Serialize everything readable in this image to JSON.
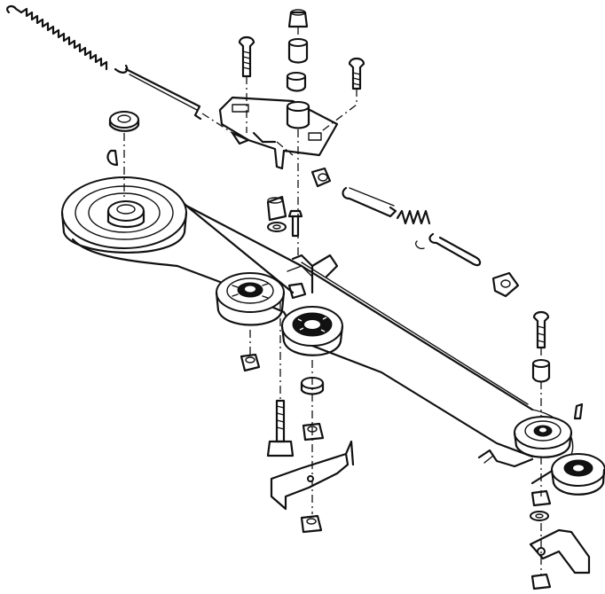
{
  "diagram": {
    "kind": "exploded-parts-drawing",
    "style": "black line art on white",
    "colors": {
      "ink": "#111111",
      "background": "#ffffff"
    },
    "parts": [
      "extension-spring",
      "spring-rod",
      "idler-bracket",
      "carriage-bolt",
      "flange-nut",
      "flat-washer",
      "spacer",
      "drive-pulley",
      "woodruff-key",
      "v-belt",
      "idler-pulley",
      "flat-idler-pulley",
      "hex-bolt",
      "belt-guide",
      "link-rod",
      "compression-spring",
      "hex-nut",
      "lock-nut",
      "belt-keeper",
      "cotter-pin",
      "pulley-bracket"
    ]
  }
}
